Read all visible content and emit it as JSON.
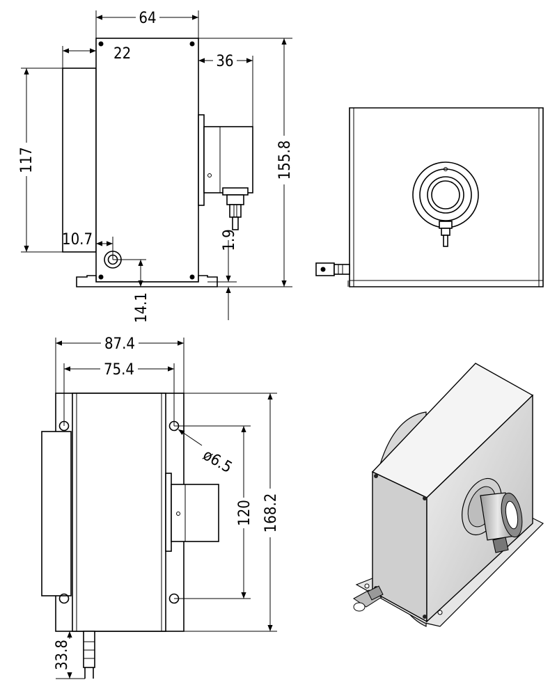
{
  "dimensions": {
    "top_width": "64",
    "side_offset": "22",
    "connector_depth": "36",
    "left_height": "117",
    "total_height": "155.8",
    "hole_offset_x": "10.7",
    "base_gap": "1.9",
    "hole_height": "14.1",
    "bottom_overall_width": "87.4",
    "bottom_inner_width": "75.4",
    "hole_diameter": "ø6.5",
    "hole_spacing": "120",
    "overall_length": "168.2",
    "cable_exit": "33.8"
  }
}
